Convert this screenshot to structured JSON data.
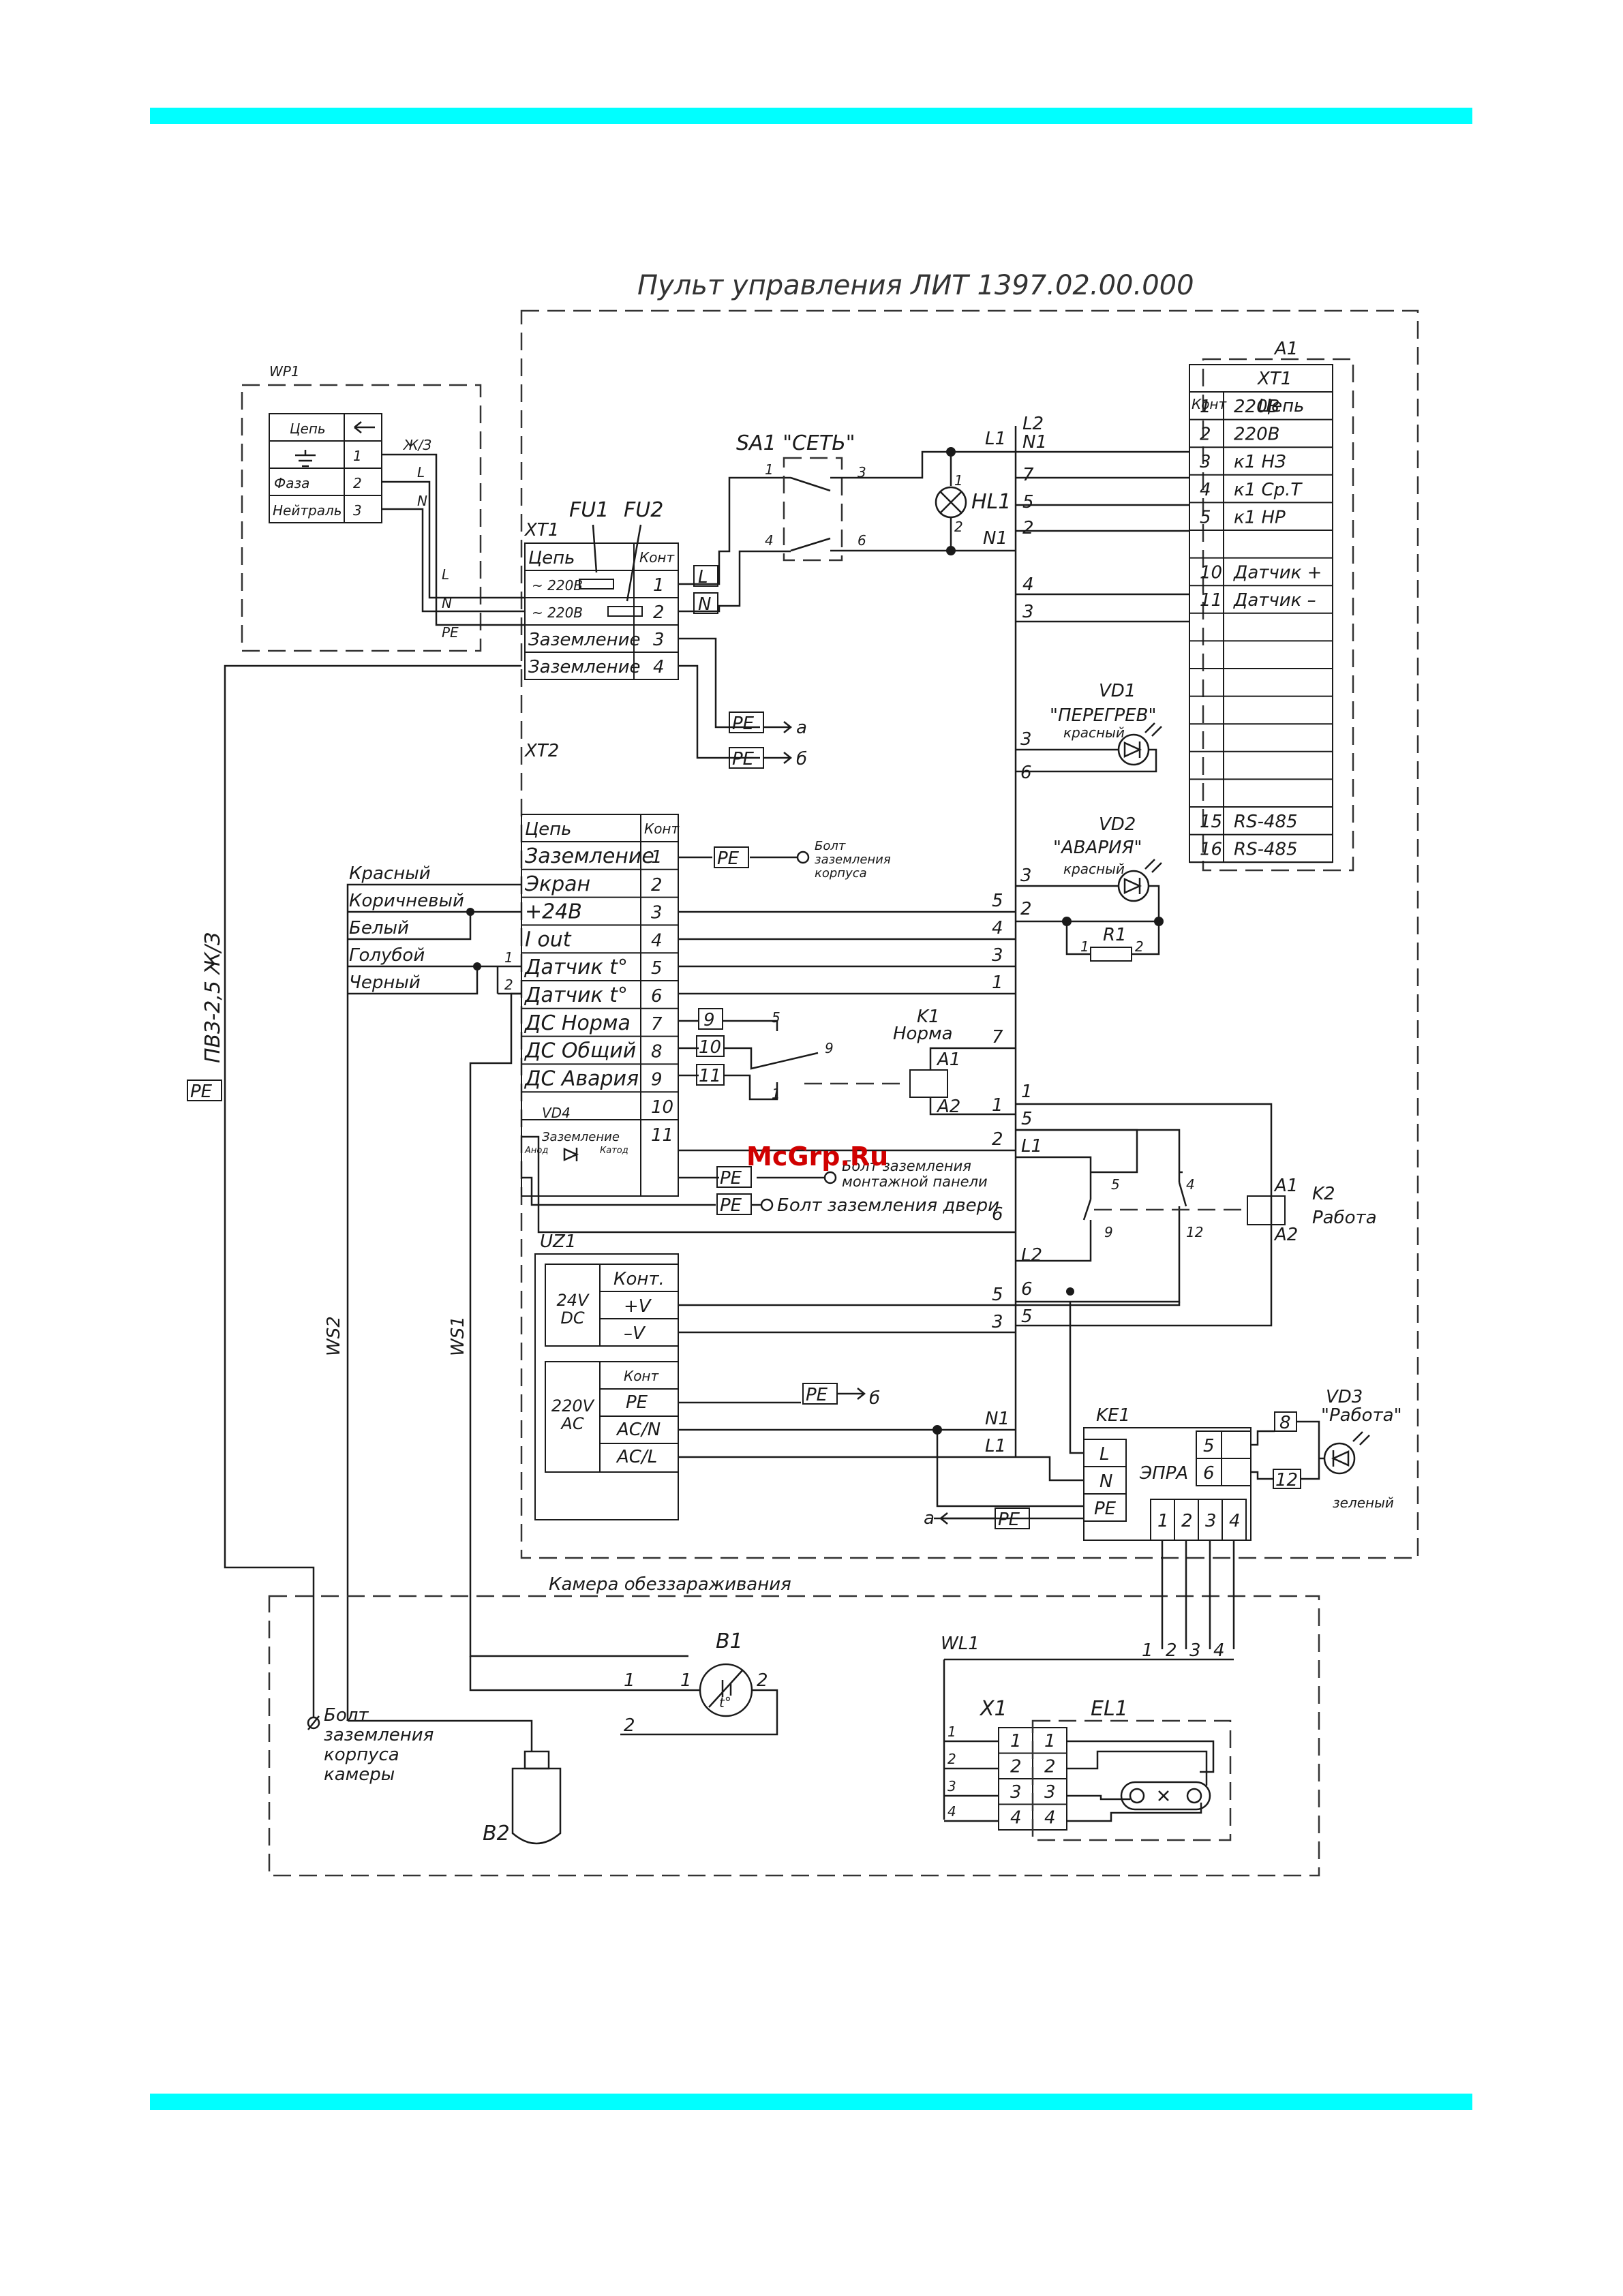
{
  "colors": {
    "accent_bar": "#00ffff",
    "ink": "#1a1a1a",
    "watermark": "#d00000"
  },
  "title": "Пульт управления ЛИТ 1397.02.00.000",
  "watermark": "McGrp.Ru",
  "wp1": {
    "label": "WP1",
    "header_circuit": "Цепь",
    "rows": [
      {
        "name": "",
        "num": "1"
      },
      {
        "name": "Фаза",
        "num": "2"
      },
      {
        "name": "Нейтраль",
        "num": "3"
      }
    ],
    "wire_labels": [
      "Ж/З",
      "L",
      "N"
    ]
  },
  "fuses": {
    "fu1": "FU1",
    "fu2": "FU2"
  },
  "xt1": {
    "label": "XT1",
    "header_circuit": "Цепь",
    "header_contact": "Конт",
    "rows": [
      {
        "name": "~  220В",
        "num": "1"
      },
      {
        "name": "~  220В",
        "num": "2"
      },
      {
        "name": "Заземление",
        "num": "3"
      },
      {
        "name": "Заземление",
        "num": "4"
      }
    ],
    "in_labels": [
      "L",
      "N",
      "PE"
    ]
  },
  "sa1": {
    "label": "SA1  \"СЕТЬ\"",
    "pins": [
      "1",
      "3",
      "4",
      "6"
    ]
  },
  "hl1": {
    "label": "HL1",
    "pins": [
      "1",
      "2"
    ]
  },
  "line_labels": {
    "L": "L",
    "N": "N",
    "L1": "L1",
    "N1": "N1",
    "L2": "L2"
  },
  "pe_tag": "PE",
  "pe_targets": {
    "a": "а",
    "b": "б"
  },
  "a1": {
    "label": "A1",
    "sublabel": "XT1",
    "header_contact": "Конт",
    "header_circuit": "Цепь",
    "rows": [
      {
        "num": "1",
        "name": "220В"
      },
      {
        "num": "2",
        "name": "220В"
      },
      {
        "num": "3",
        "name": "к1  НЗ"
      },
      {
        "num": "4",
        "name": "к1  Ср.Т"
      },
      {
        "num": "5",
        "name": "к1  НР"
      },
      {
        "num": "",
        "name": ""
      },
      {
        "num": "10",
        "name": "Датчик +"
      },
      {
        "num": "11",
        "name": "Датчик –"
      },
      {
        "num": "",
        "name": ""
      },
      {
        "num": "",
        "name": ""
      },
      {
        "num": "",
        "name": ""
      },
      {
        "num": "",
        "name": ""
      },
      {
        "num": "",
        "name": ""
      },
      {
        "num": "",
        "name": ""
      },
      {
        "num": "",
        "name": ""
      },
      {
        "num": "15",
        "name": "RS-485"
      },
      {
        "num": "16",
        "name": "RS-485"
      }
    ],
    "wire_nums": [
      "N1",
      "7",
      "5",
      "2",
      "4",
      "3"
    ]
  },
  "vd1": {
    "label": "VD1",
    "name": "\"ПЕРЕГРЕВ\"",
    "color": "красный",
    "pins": [
      "3",
      "6"
    ]
  },
  "vd2": {
    "label": "VD2",
    "name": "\"АВАРИЯ\"",
    "color": "красный",
    "pins": [
      "3",
      "2"
    ]
  },
  "r1": {
    "label": "R1",
    "pins": [
      "1",
      "2"
    ]
  },
  "xt2": {
    "label": "XT2",
    "header_circuit": "Цепь",
    "header_contact": "Конт",
    "rows": [
      {
        "name": "Заземление",
        "num": "1"
      },
      {
        "name": "Экран",
        "num": "2"
      },
      {
        "name": "+24В",
        "num": "3"
      },
      {
        "name": "I out",
        "num": "4"
      },
      {
        "name": "Датчик t°",
        "num": "5"
      },
      {
        "name": "Датчик t°",
        "num": "6"
      },
      {
        "name": "ДС Норма",
        "num": "7"
      },
      {
        "name": "ДС Общий",
        "num": "8"
      },
      {
        "name": "ДС Авария",
        "num": "9"
      },
      {
        "name": "",
        "num": "10"
      },
      {
        "name": "Заземление",
        "num": "11"
      }
    ],
    "vd4": {
      "label": "VD4",
      "anode": "Анод",
      "cathode": "Катод"
    },
    "right_nums": [
      "5",
      "4",
      "3",
      "1",
      "7",
      "1",
      "2",
      "6"
    ]
  },
  "bolts": {
    "case": "Болт заземления корпуса",
    "panel": "Болт заземления монтажной панели",
    "door": "Болт заземления двери",
    "chamber": "Болт заземления корпуса камеры"
  },
  "sensor_wires": [
    "Красный",
    "Коричневый",
    "Белый",
    "Голубой",
    "Черный"
  ],
  "cable_labels": {
    "main": "ПВЗ-2,5 Ж/З",
    "ws1": "WS1",
    "ws2": "WS2",
    "wl1": "WL1"
  },
  "k1": {
    "label": "K1",
    "name": "Норма",
    "coil": [
      "A1",
      "A2"
    ],
    "contacts": [
      "9",
      "10",
      "11",
      "5",
      "9",
      "1"
    ]
  },
  "k2": {
    "label": "K2",
    "name": "Работа",
    "coil": [
      "A1",
      "A2"
    ],
    "contacts": [
      "5",
      "4",
      "9",
      "12"
    ]
  },
  "uz1": {
    "label": "UZ1",
    "dc": {
      "title": "24V DC",
      "header": "Конт.",
      "rows": [
        "+V",
        "–V"
      ]
    },
    "ac": {
      "title": "220V AC",
      "header": "Конт",
      "rows": [
        "PE",
        "AC/N",
        "AC/L"
      ]
    }
  },
  "ke1": {
    "label": "KE1",
    "name": "ЭПРА",
    "left": [
      "L",
      "N",
      "PE"
    ],
    "right": [
      "5",
      "6"
    ],
    "bottom": [
      "1",
      "2",
      "3",
      "4"
    ]
  },
  "vd3": {
    "label": "VD3",
    "name": "\"Работа\"",
    "color": "зеленый",
    "pins": [
      "8",
      "12"
    ]
  },
  "chamber": {
    "title": "Камера обеззараживания",
    "b1": "B1",
    "b2": "B2",
    "x1": "X1",
    "el1": "EL1",
    "x1_rows": [
      "1",
      "2",
      "3",
      "4"
    ],
    "b1_pins": [
      "1",
      "2"
    ],
    "wl1_nums": [
      "1",
      "2",
      "3",
      "4"
    ]
  }
}
